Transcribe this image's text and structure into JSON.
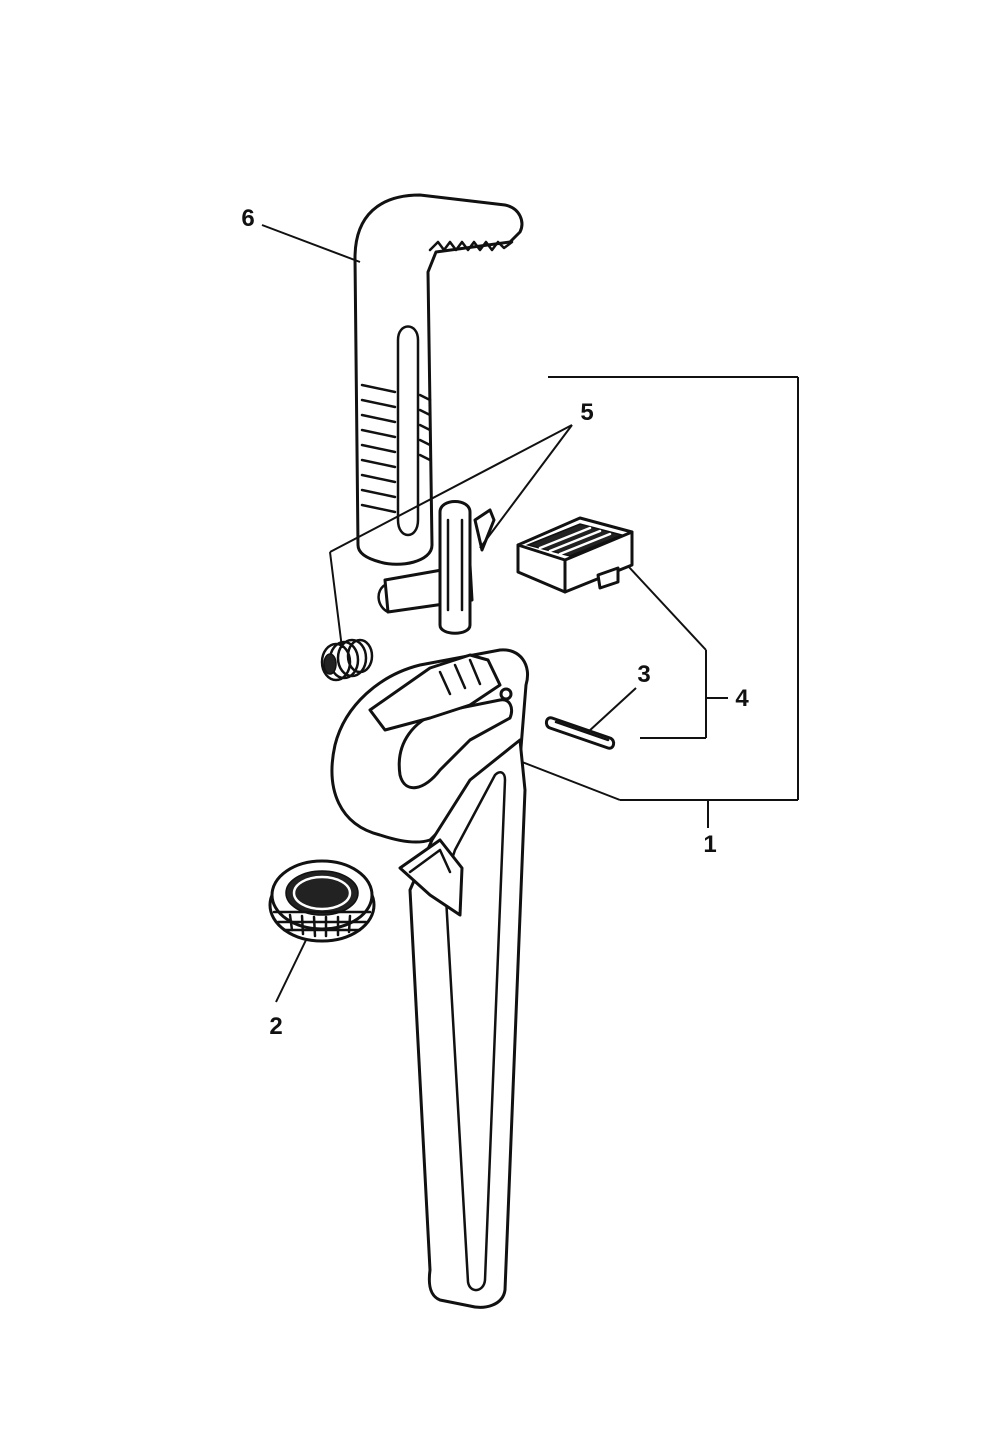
{
  "diagram": {
    "callouts": [
      {
        "id": "1",
        "label": "1"
      },
      {
        "id": "2",
        "label": "2"
      },
      {
        "id": "3",
        "label": "3"
      },
      {
        "id": "4",
        "label": "4"
      },
      {
        "id": "5",
        "label": "5"
      },
      {
        "id": "6",
        "label": "6"
      }
    ],
    "colors": {
      "ink": "#111111",
      "paper": "#ffffff"
    }
  }
}
